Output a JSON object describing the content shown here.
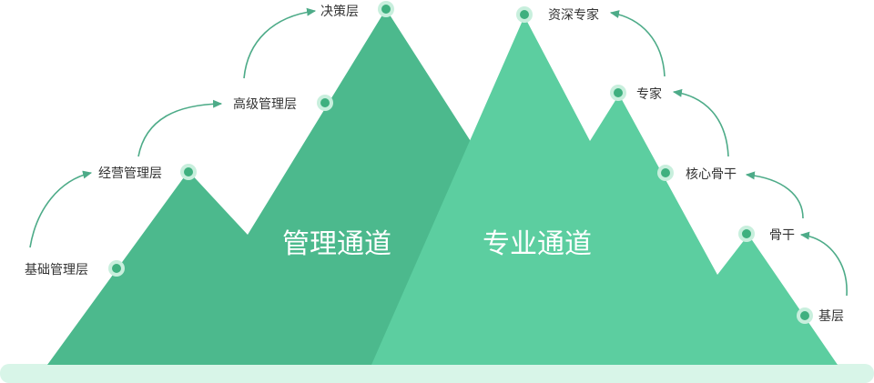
{
  "diagram": {
    "management_track": {
      "title": "管理通道",
      "levels": [
        "基础管理层",
        "经营管理层",
        "高级管理层",
        "决策层"
      ]
    },
    "professional_track": {
      "title": "专业通道",
      "levels": [
        "基层",
        "骨干",
        "核心骨干",
        "专家",
        "资深专家"
      ]
    }
  },
  "colors": {
    "management": "#4cb98d",
    "management_shadow": "#46ad84",
    "professional": "#5ccea0",
    "ground": "#d8f5e8",
    "arrow": "#4dab88",
    "dot": "#3fb07f",
    "dot_ring": "#c8efdd"
  }
}
